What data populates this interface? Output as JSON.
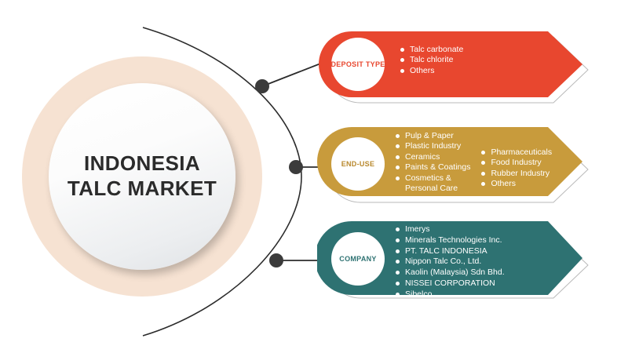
{
  "hub": {
    "title": "INDONESIA\nTALC MARKET",
    "ring_color": "#f6e2d2"
  },
  "connectors": {
    "node_color": "#3b3b3b",
    "line_color": "#2b2b2b"
  },
  "banners": [
    {
      "id": "deposit",
      "badge_label": "DEPOSIT TYPE",
      "color": "#e8472f",
      "columns": [
        [
          "Talc carbonate",
          "Talc chlorite",
          "Others"
        ]
      ]
    },
    {
      "id": "enduse",
      "badge_label": "END-USE",
      "color": "#c89b3c",
      "columns": [
        [
          "Pulp & Paper",
          "Plastic Industry",
          "Ceramics",
          "Paints & Coatings",
          "Cosmetics &\nPersonal Care"
        ],
        [
          "Pharmaceuticals",
          "Food Industry",
          "Rubber Industry",
          "Others"
        ]
      ]
    },
    {
      "id": "company",
      "badge_label": "COMPANY",
      "color": "#2e7272",
      "columns": [
        [
          "Imerys",
          "Minerals Technologies Inc.",
          "PT. TALC INDONESIA",
          "Nippon Talc Co., Ltd.",
          "Kaolin (Malaysia) Sdn Bhd.",
          "NISSEI CORPORATION",
          "Sibelco"
        ]
      ]
    }
  ]
}
